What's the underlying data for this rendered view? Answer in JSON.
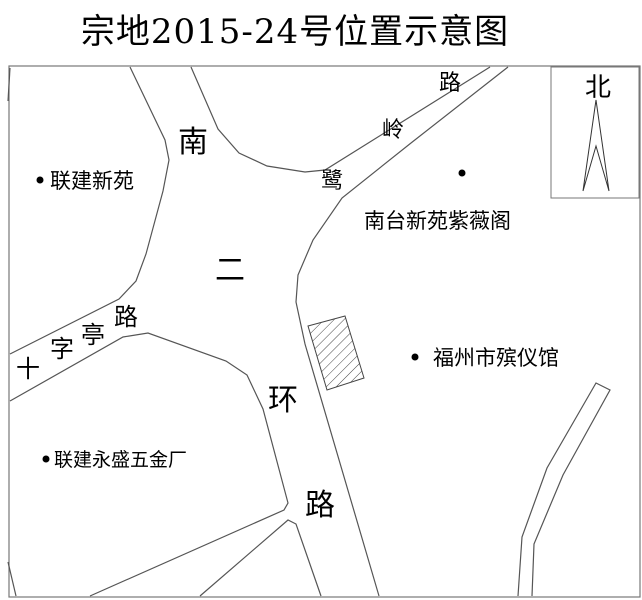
{
  "title": "宗地2015-24号位置示意图",
  "north_label": "北",
  "roads": {
    "nan_er_huan": [
      "南",
      "二",
      "环",
      "路"
    ],
    "lu_ling": [
      "鹭",
      "岭",
      "路"
    ],
    "shi_zi_ting": [
      "十",
      "字",
      "亭",
      "路"
    ]
  },
  "places": {
    "lianjian_xinyuan": "联建新苑",
    "nantai_ziweige": "南台新苑紫薇阁",
    "binyiguan": "福州市殡仪馆",
    "wujinchang": "联建永盛五金厂"
  },
  "colors": {
    "line": "#555555",
    "text": "#000000"
  }
}
